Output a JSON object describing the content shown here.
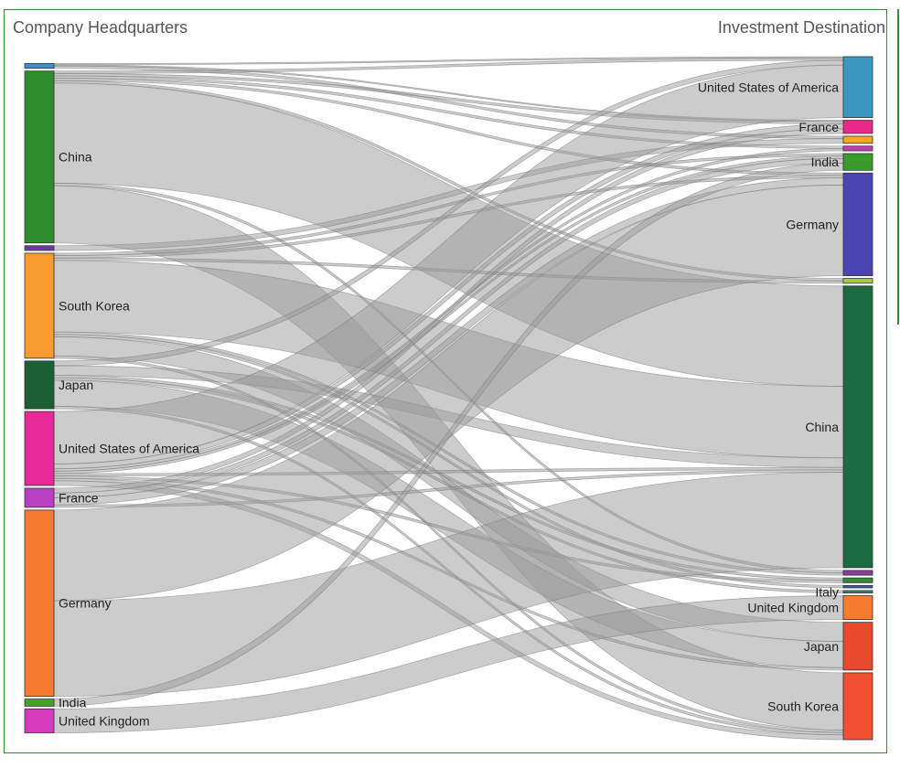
{
  "header": {
    "left_title": "Company Headquarters",
    "right_title": "Investment Destination"
  },
  "colors": {
    "frame": "#3a8a3a",
    "link": "#999999"
  },
  "chart_data": {
    "type": "sankey",
    "title": "",
    "left_axis_label": "Company Headquarters",
    "right_axis_label": "Investment Destination",
    "sources": [
      {
        "id": "s_other_top",
        "name": "",
        "color": "#3b8ed0"
      },
      {
        "id": "s_china",
        "name": "China",
        "color": "#2e8b2e"
      },
      {
        "id": "s_other_mid",
        "name": "",
        "color": "#6a3d9a"
      },
      {
        "id": "s_korea",
        "name": "South Korea",
        "color": "#f89a2e"
      },
      {
        "id": "s_japan",
        "name": "Japan",
        "color": "#1b5e32"
      },
      {
        "id": "s_usa",
        "name": "United States of America",
        "color": "#e7299a"
      },
      {
        "id": "s_france",
        "name": "France",
        "color": "#b73fc0"
      },
      {
        "id": "s_germany",
        "name": "Germany",
        "color": "#f47b30"
      },
      {
        "id": "s_india",
        "name": "India",
        "color": "#4aa02c"
      },
      {
        "id": "s_uk",
        "name": "United Kingdom",
        "color": "#d43bbd"
      }
    ],
    "destinations": [
      {
        "id": "d_usa",
        "name": "United States of America",
        "color": "#3a98c0"
      },
      {
        "id": "d_france",
        "name": "France",
        "color": "#e7298a"
      },
      {
        "id": "d_small1",
        "name": "",
        "color": "#f5a623"
      },
      {
        "id": "d_small2",
        "name": "",
        "color": "#c040b0"
      },
      {
        "id": "d_india",
        "name": "India",
        "color": "#3a9a2c"
      },
      {
        "id": "d_germany",
        "name": "Germany",
        "color": "#4a44b0"
      },
      {
        "id": "d_small3",
        "name": "",
        "color": "#a6c94a"
      },
      {
        "id": "d_china",
        "name": "China",
        "color": "#1b6b42"
      },
      {
        "id": "d_small4",
        "name": "",
        "color": "#8a3d9a"
      },
      {
        "id": "d_small5",
        "name": "",
        "color": "#2e8b2e"
      },
      {
        "id": "d_small6",
        "name": "",
        "color": "#3a5ab0"
      },
      {
        "id": "d_italy",
        "name": "Italy",
        "color": "#2a8a70"
      },
      {
        "id": "d_uk",
        "name": "United Kingdom",
        "color": "#f47b30"
      },
      {
        "id": "d_japan",
        "name": "Japan",
        "color": "#e84a30"
      },
      {
        "id": "d_korea",
        "name": "South Korea",
        "color": "#f05030"
      }
    ],
    "links": [
      {
        "source": "s_other_top",
        "target": "d_usa",
        "value": 0.5
      },
      {
        "source": "s_other_top",
        "target": "d_france",
        "value": 0.5
      },
      {
        "source": "s_other_top",
        "target": "d_small1",
        "value": 1
      },
      {
        "source": "s_china",
        "target": "d_usa",
        "value": 1
      },
      {
        "source": "s_china",
        "target": "d_france",
        "value": 1
      },
      {
        "source": "s_china",
        "target": "d_small2",
        "value": 1
      },
      {
        "source": "s_china",
        "target": "d_germany",
        "value": 1
      },
      {
        "source": "s_china",
        "target": "d_small3",
        "value": 1
      },
      {
        "source": "s_china",
        "target": "d_china",
        "value": 42
      },
      {
        "source": "s_china",
        "target": "d_small4",
        "value": 1
      },
      {
        "source": "s_china",
        "target": "d_korea",
        "value": 24
      },
      {
        "source": "s_other_mid",
        "target": "d_small1",
        "value": 2
      },
      {
        "source": "s_korea",
        "target": "d_india",
        "value": 1
      },
      {
        "source": "s_korea",
        "target": "d_germany",
        "value": 1
      },
      {
        "source": "s_korea",
        "target": "d_small3",
        "value": 1
      },
      {
        "source": "s_korea",
        "target": "d_china",
        "value": 30
      },
      {
        "source": "s_korea",
        "target": "d_small4",
        "value": 1
      },
      {
        "source": "s_korea",
        "target": "d_small6",
        "value": 1
      },
      {
        "source": "s_korea",
        "target": "d_japan",
        "value": 8
      },
      {
        "source": "s_korea",
        "target": "d_korea",
        "value": 1
      },
      {
        "source": "s_japan",
        "target": "d_usa",
        "value": 2
      },
      {
        "source": "s_japan",
        "target": "d_china",
        "value": 4
      },
      {
        "source": "s_japan",
        "target": "d_small5",
        "value": 1
      },
      {
        "source": "s_japan",
        "target": "d_italy",
        "value": 1
      },
      {
        "source": "s_japan",
        "target": "d_japan",
        "value": 11
      },
      {
        "source": "s_japan",
        "target": "d_korea",
        "value": 1
      },
      {
        "source": "s_usa",
        "target": "d_usa",
        "value": 22
      },
      {
        "source": "s_usa",
        "target": "d_france",
        "value": 2
      },
      {
        "source": "s_usa",
        "target": "d_small2",
        "value": 1
      },
      {
        "source": "s_usa",
        "target": "d_india",
        "value": 1
      },
      {
        "source": "s_usa",
        "target": "d_china",
        "value": 1
      },
      {
        "source": "s_usa",
        "target": "d_small5",
        "value": 1
      },
      {
        "source": "s_usa",
        "target": "d_japan",
        "value": 1
      },
      {
        "source": "s_usa",
        "target": "d_korea",
        "value": 2
      },
      {
        "source": "s_france",
        "target": "d_france",
        "value": 2
      },
      {
        "source": "s_france",
        "target": "d_india",
        "value": 2
      },
      {
        "source": "s_france",
        "target": "d_germany",
        "value": 3
      },
      {
        "source": "s_france",
        "target": "d_china",
        "value": 1
      },
      {
        "source": "s_germany",
        "target": "d_germany",
        "value": 38
      },
      {
        "source": "s_germany",
        "target": "d_china",
        "value": 40
      },
      {
        "source": "s_india",
        "target": "d_india",
        "value": 3
      },
      {
        "source": "s_uk",
        "target": "d_uk",
        "value": 10
      }
    ]
  }
}
